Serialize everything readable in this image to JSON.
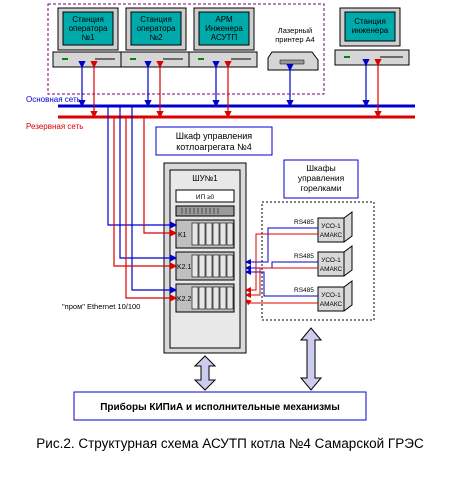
{
  "workstations": {
    "operator1": [
      "Станция",
      "оператора",
      "№1"
    ],
    "operator2": [
      "Станция",
      "оператора",
      "№2"
    ],
    "engineer_arm": [
      "АРМ",
      "Инженера",
      "АСУТП"
    ],
    "engineer_station": [
      "Станция",
      "инженера"
    ]
  },
  "printer": [
    "Лазерный",
    "принтер А4"
  ],
  "networks": {
    "main": "Основная сеть",
    "reserve": "Резервная сеть"
  },
  "cabinet_title": [
    "Шкаф управления",
    "котлоагрегата №4"
  ],
  "burner_cabinets_title": [
    "Шкафы",
    "управления",
    "горелками"
  ],
  "shu": {
    "title": "ШУ№1",
    "panel": "ИП ≥0",
    "rows": [
      "K1",
      "K2.1",
      "K2.2"
    ]
  },
  "uso": {
    "line1": "УСО-1",
    "line2": "АМАКС",
    "bus": "RS485"
  },
  "ethernet_label": "\"пром\" Ethernet 10/100",
  "field_devices": "Приборы КИПиА и исполнительные механизмы",
  "caption": "Рис.2. Структурная схема АСУТП котла №4 Самарской ГРЭС",
  "colors": {
    "main_net": "#0000cc",
    "reserve_net": "#dd0000",
    "monitor_screen": "#00aaaa",
    "field_box": "#ccccee"
  }
}
